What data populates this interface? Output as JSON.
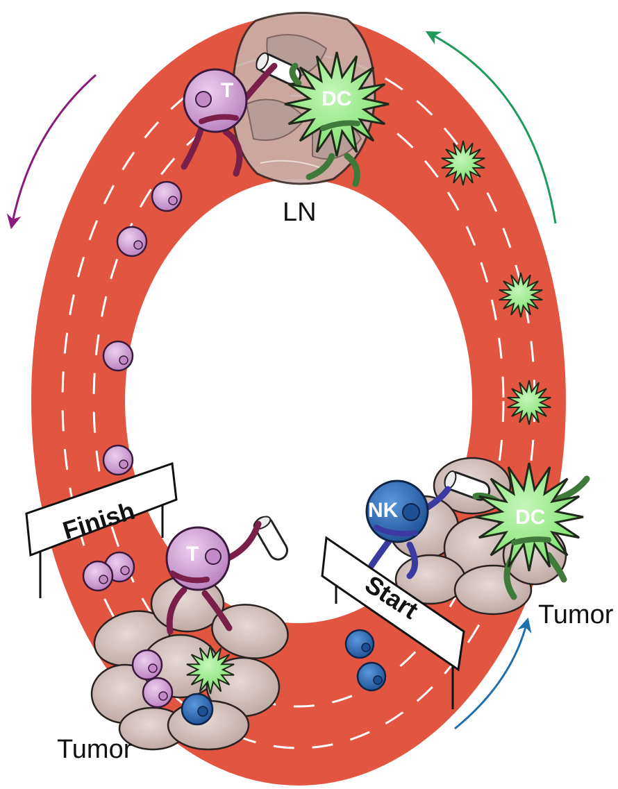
{
  "labels": {
    "lymph_node": "LN",
    "tumor_left": "Tumor",
    "tumor_right": "Tumor",
    "finish": "Finish",
    "start": "Start",
    "t_cell_top": "T",
    "t_cell_bottom": "T",
    "dc_top": "DC",
    "dc_right": "DC",
    "nk_cell": "NK"
  },
  "colors": {
    "track": "#e25541",
    "lane_dash": "#ffffff",
    "t_cell": "#c48ac8",
    "t_cell_limb": "#7a1f4a",
    "dc": "#8ce87a",
    "dc_limb": "#3f7a3a",
    "nk_cell": "#2f6bb5",
    "nk_limb": "#3a3aa0",
    "tumor_cell": "#c9b6b2",
    "arrow_purple": "#8b1a7a",
    "arrow_green": "#1f9a5a",
    "arrow_blue": "#1f6fb0"
  }
}
